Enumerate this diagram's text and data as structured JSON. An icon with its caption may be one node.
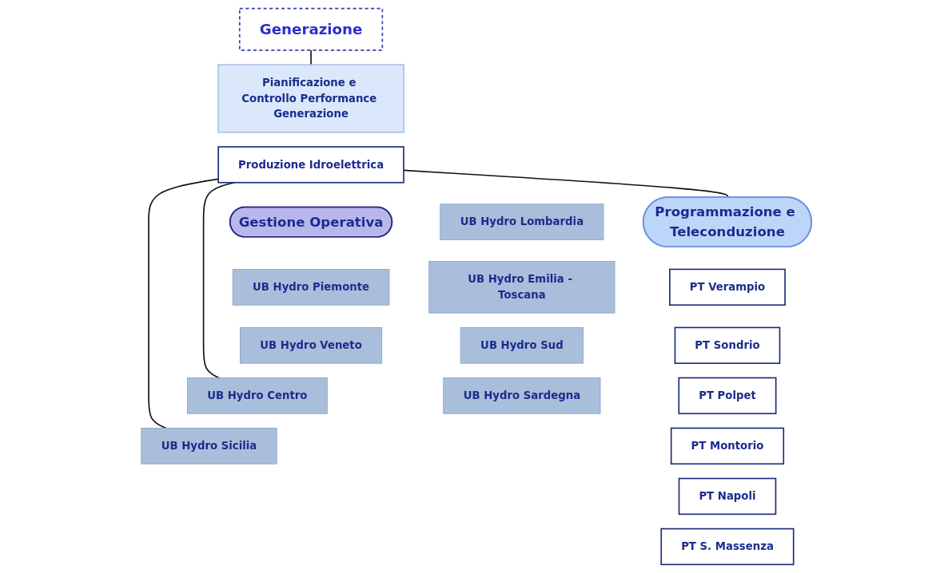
{
  "diagram": {
    "nodes": [
      {
        "text": [
          "Generazione"
        ]
      },
      {
        "text": [
          "Pianificazione e Controllo Performance Generazione"
        ]
      },
      {
        "text": [
          "Produzione Idroelettrica"
        ]
      },
      {
        "text": [
          "Gestione Operativa"
        ]
      },
      {
        "text": [
          "Programmazione e Teleconduzione"
        ]
      },
      {
        "text": [
          "UB Hydro Piemonte"
        ]
      },
      {
        "text": [
          "UB Hydro Lombardia"
        ]
      },
      {
        "text": [
          "PT Verampio"
        ]
      },
      {
        "text": [
          "UB Hydro Veneto"
        ]
      },
      {
        "text": [
          "UB Hydro Emilia - Toscana"
        ]
      },
      {
        "text": [
          "PT Sondrio"
        ]
      },
      {
        "text": [
          "UB Hydro Centro"
        ]
      },
      {
        "text": [
          "UB Hydro Sud"
        ]
      },
      {
        "text": [
          "PT Polpet"
        ]
      },
      {
        "text": [
          "UB Hydro Sicilia"
        ]
      },
      {
        "text": [
          "UB Hydro Sardegna"
        ]
      },
      {
        "text": [
          "PT Montorio"
        ]
      },
      {
        "text": [
          "PT Napoli"
        ]
      },
      {
        "text": [
          "PT S. Massenza"
        ]
      }
    ],
    "edges": [
      {
        "from": 0,
        "to": 1,
        "arrow": "none"
      },
      {
        "from": 2,
        "to": 4,
        "arrow": "none"
      },
      {
        "from": 2,
        "to": 11,
        "arrow": "none"
      },
      {
        "from": 2,
        "to": 14,
        "arrow": "none"
      }
    ]
  }
}
